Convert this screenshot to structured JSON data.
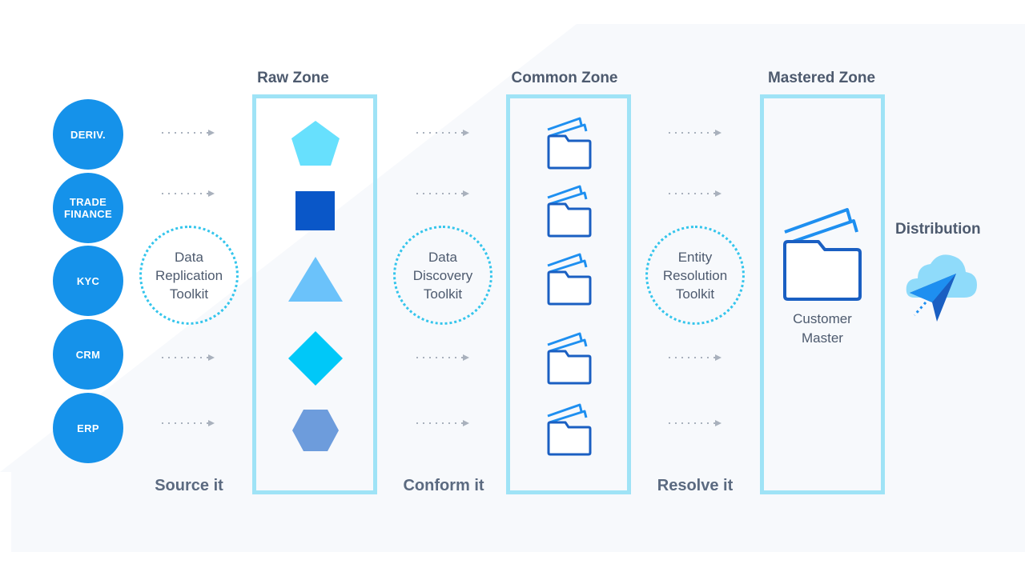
{
  "sources": [
    {
      "label": "DERIV."
    },
    {
      "label": "TRADE\nFINANCE"
    },
    {
      "label": "KYC"
    },
    {
      "label": "CRM"
    },
    {
      "label": "ERP"
    }
  ],
  "zones": {
    "raw": {
      "title": "Raw Zone"
    },
    "common": {
      "title": "Common Zone"
    },
    "mastered": {
      "title": "Mastered Zone",
      "caption": "Customer\nMaster"
    }
  },
  "toolkits": {
    "replication": "Data\nReplication\nToolkit",
    "discovery": "Data\nDiscovery\nToolkit",
    "resolution": "Entity\nResolution\nToolkit"
  },
  "steps": {
    "source": "Source it",
    "conform": "Conform it",
    "resolve": "Resolve it"
  },
  "distribution": {
    "title": "Distribution"
  },
  "colors": {
    "source_circle": "#1592ea",
    "zone_border": "#9fe3f6",
    "toolkit_dots": "#34c5ec",
    "folder_stroke": "#1a5fc2",
    "folder_back": "#1e8ff0",
    "pentagon": "#67e0fd",
    "square": "#0a57c8",
    "triangle": "#6bc2fa",
    "diamond": "#00c8f8",
    "hexagon": "#6d9cdc",
    "text": "#4d5a6e",
    "background_panel": "#f7f9fc"
  },
  "icons": [
    "pentagon-shape",
    "square-shape",
    "triangle-shape",
    "diamond-shape",
    "hexagon-shape",
    "folder-icon",
    "cloud-icon",
    "paper-plane-icon"
  ]
}
